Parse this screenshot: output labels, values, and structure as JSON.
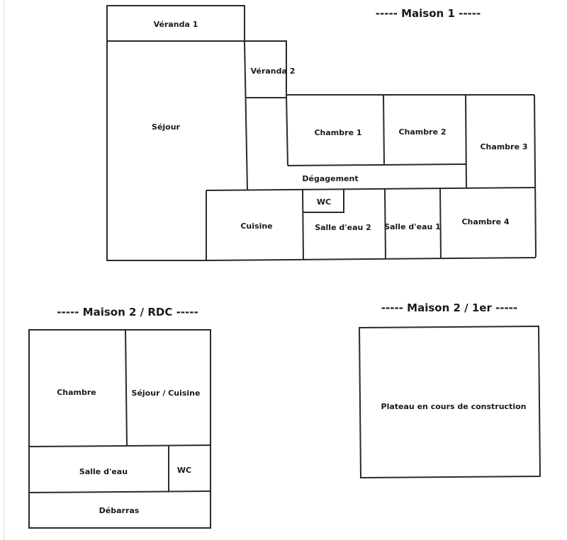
{
  "headings": {
    "maison1": "-----  Maison 1  -----",
    "maison2_rdc": "-----  Maison 2 / RDC  -----",
    "maison2_1er": "-----  Maison 2 / 1er  -----"
  },
  "maison1_rooms": {
    "veranda1": "Véranda 1",
    "veranda2": "Véranda 2",
    "sejour": "Séjour",
    "chambre1": "Chambre 1",
    "chambre2": "Chambre 2",
    "chambre3": "Chambre 3",
    "degagement": "Dégagement",
    "wc": "WC",
    "cuisine": "Cuisine",
    "salle_eau2": "Salle d'eau 2",
    "salle_eau1": "Salle d'eau 1",
    "chambre4": "Chambre 4"
  },
  "maison2_rdc_rooms": {
    "chambre": "Chambre",
    "sejour_cuisine": "Séjour / Cuisine",
    "salle_eau": "Salle d'eau",
    "wc": "WC",
    "debarras": "Débarras"
  },
  "maison2_1er_rooms": {
    "plateau": "Plateau en cours de construction"
  }
}
